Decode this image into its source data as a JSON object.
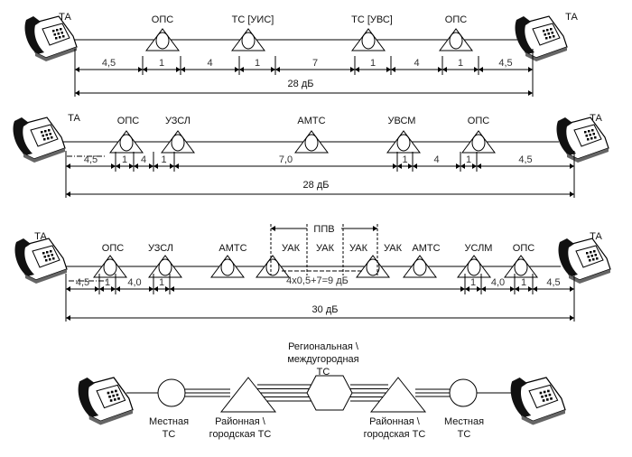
{
  "diagrams": [
    {
      "id": "scheme-1",
      "terminal_label": "ТА",
      "nodes": [
        "ОПС",
        "ТС [УИС]",
        "ТС [УВС]",
        "ОПС"
      ],
      "segments": [
        "4,5",
        "1",
        "4",
        "1",
        "7",
        "1",
        "4",
        "1",
        "4,5"
      ],
      "total": "28 дБ"
    },
    {
      "id": "scheme-2",
      "terminal_label": "ТА",
      "nodes": [
        "ОПС",
        "УЗСЛ",
        "АМТС",
        "УВСМ",
        "ОПС"
      ],
      "segments": [
        "4,5",
        "1",
        "4",
        "1",
        "7,0",
        "1",
        "4",
        "1",
        "4,5"
      ],
      "total": "28 дБ"
    },
    {
      "id": "scheme-3",
      "terminal_label": "ТА",
      "nodes": [
        "ОПС",
        "УЗСЛ",
        "АМТС",
        "УАК",
        "УАК",
        "АМТС",
        "УСЛМ",
        "ОПС"
      ],
      "extra_labels": [
        "УАК",
        "УАК"
      ],
      "bracket_label": "ППВ",
      "segments": [
        "4,5",
        "1",
        "4,0",
        "1",
        "4х0,5+7=9 дБ",
        "1",
        "4,0",
        "1",
        "4,5"
      ],
      "total": "30 дБ"
    }
  ],
  "hierarchy": {
    "local_left": [
      "Местная",
      "ТС"
    ],
    "district_left": [
      "Районная \\",
      "городская ТС"
    ],
    "regional": [
      "Региональная \\",
      "междугородная",
      "ТС"
    ],
    "district_right": [
      "Районная \\",
      "городская ТС"
    ],
    "local_right": [
      "Местная",
      "ТС"
    ]
  }
}
